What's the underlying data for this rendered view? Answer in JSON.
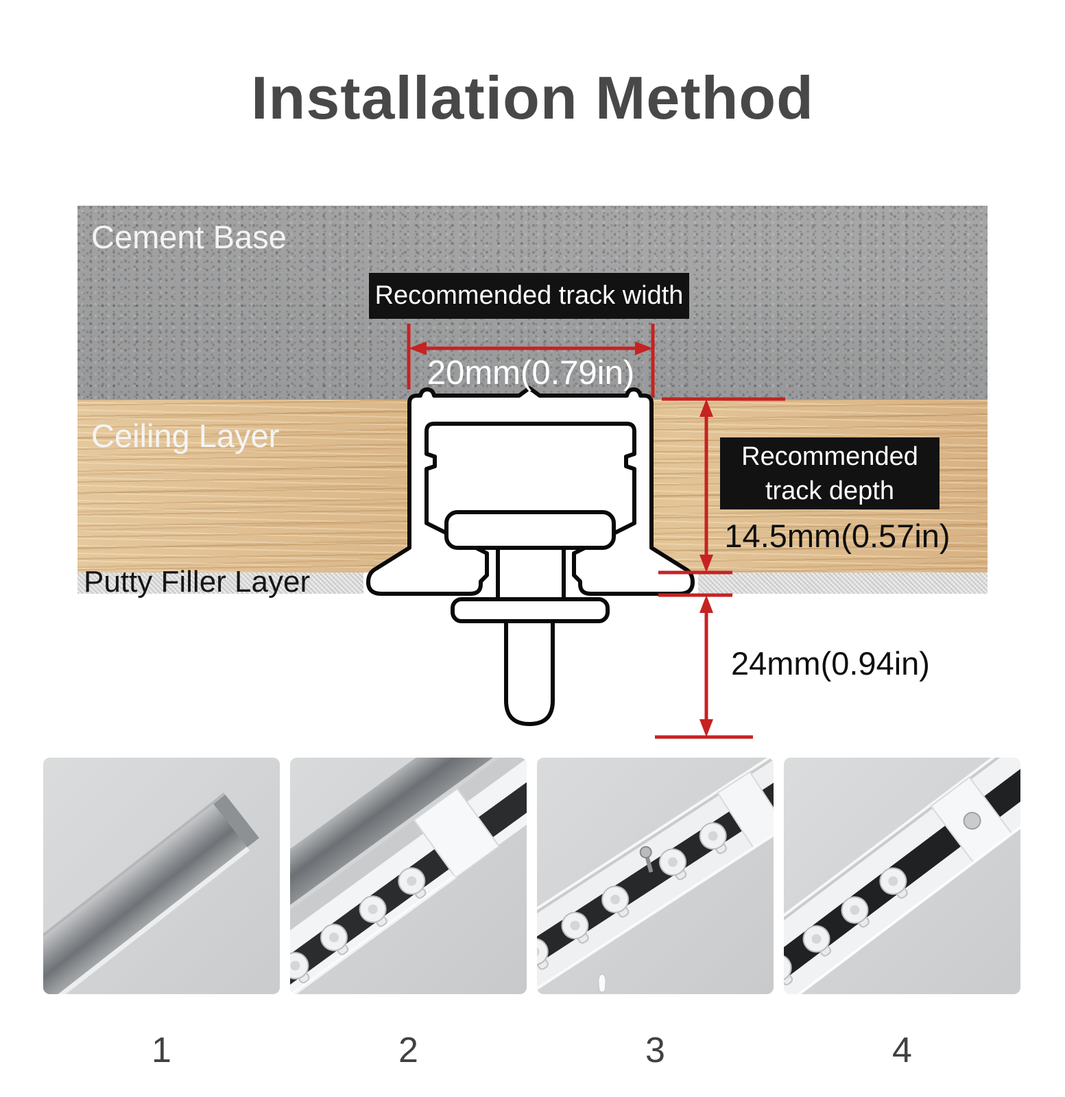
{
  "title": "Installation Method",
  "diagram": {
    "cement_label": "Cement Base",
    "ceiling_label": "Ceiling Layer",
    "putty_label": "Putty Filler Layer",
    "width_dim": {
      "label": "Recommended track width",
      "value": "20mm(0.79in)"
    },
    "depth_dim": {
      "label_line1": "Recommended",
      "label_line2": "track depth",
      "value": "14.5mm(0.57in)"
    },
    "drop_dim": {
      "value": "24mm(0.94in)"
    },
    "colors": {
      "dimension_red": "#c62222",
      "label_box_bg": "#121212",
      "title_text": "#484848"
    }
  },
  "steps": [
    {
      "number": "1"
    },
    {
      "number": "2"
    },
    {
      "number": "3"
    },
    {
      "number": "4"
    }
  ]
}
